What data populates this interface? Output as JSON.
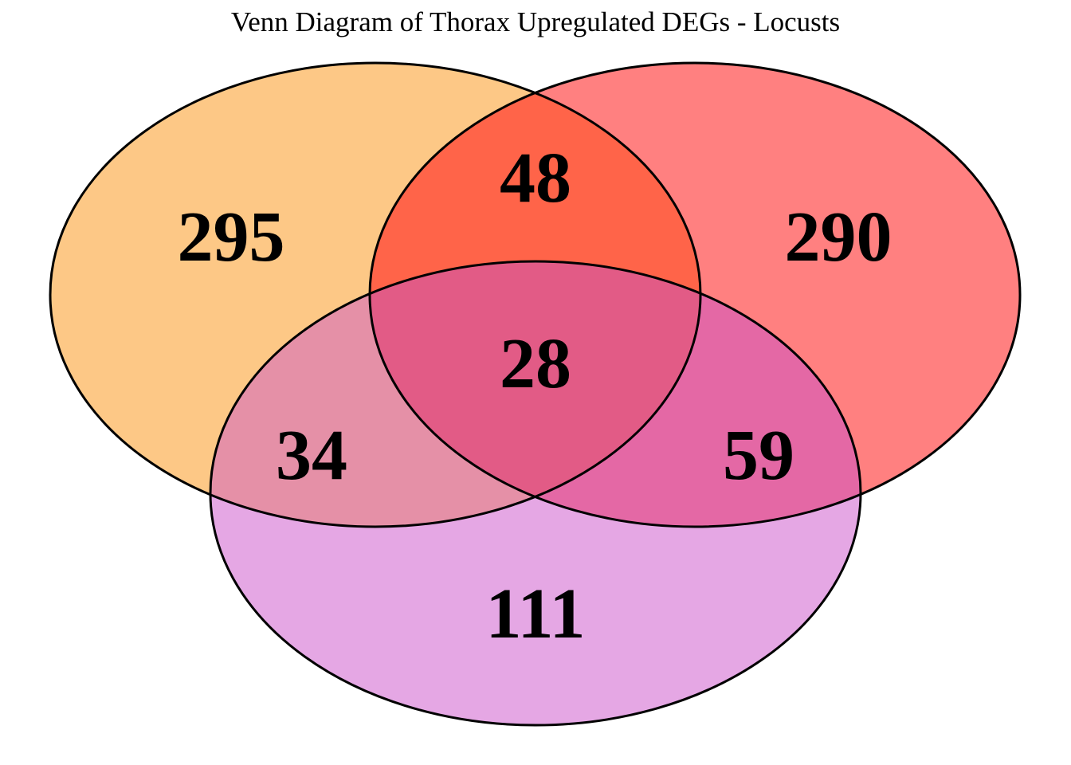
{
  "title": "Venn Diagram of Thorax Upregulated DEGs - Locusts",
  "sets": [
    {
      "id": "left",
      "color": "#FDC886"
    },
    {
      "id": "right",
      "color": "#FF8080"
    },
    {
      "id": "bottom",
      "color": "#E5A7E4"
    }
  ],
  "regions": {
    "left_only": "295",
    "right_only": "290",
    "bottom_only": "111",
    "left_right": "48",
    "left_bottom": "34",
    "right_bottom": "59",
    "all_three": "28"
  },
  "region_colors": {
    "left_right": "#FF6449",
    "left_bottom": "#E590A7",
    "right_bottom": "#E468A5",
    "all_three": "#E25B86"
  }
}
